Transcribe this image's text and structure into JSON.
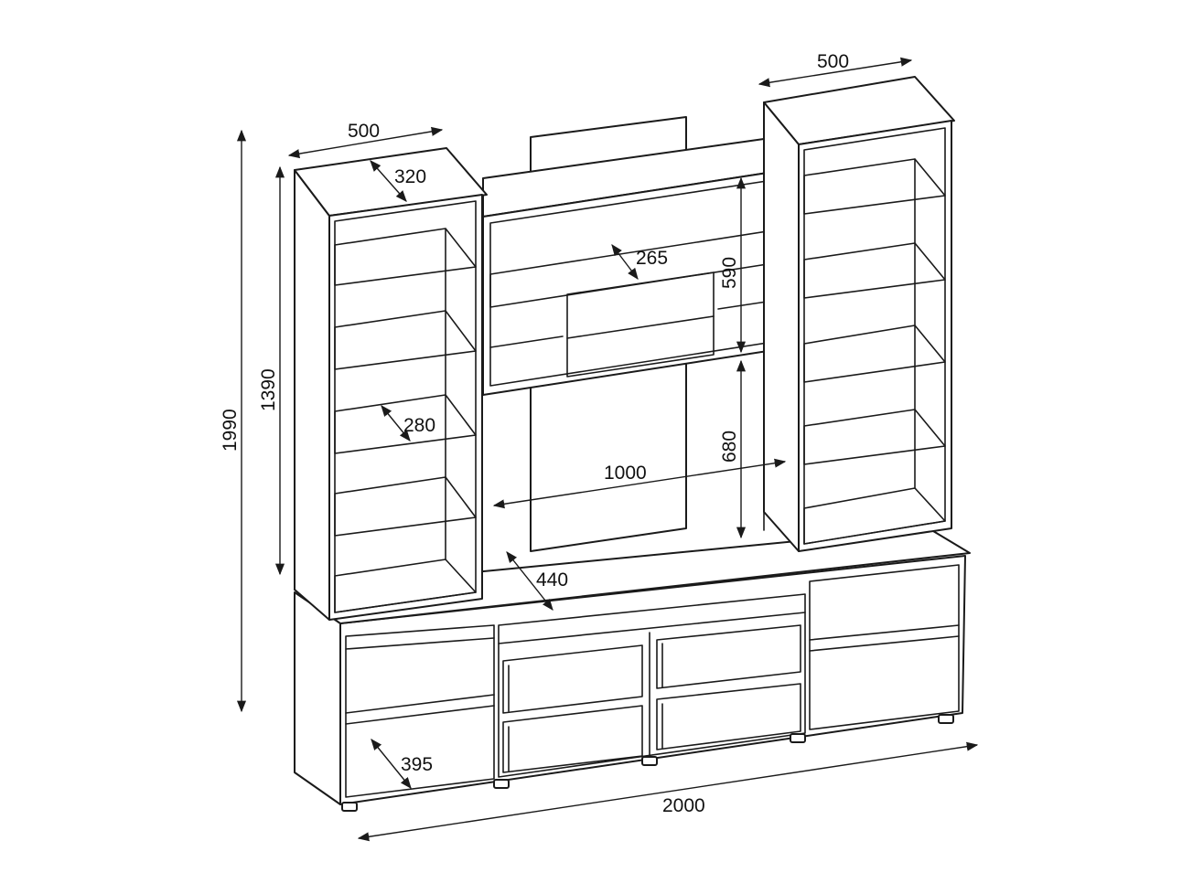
{
  "dimensions": {
    "top_right_width": "500",
    "top_left_width": "500",
    "left_depth": "320",
    "total_height": "1990",
    "left_tower_height": "1390",
    "mid_shelf_depth": "265",
    "upper_section_height": "590",
    "tower_shelf_depth": "280",
    "tv_niche_height": "680",
    "tv_niche_width": "1000",
    "base_top_depth": "440",
    "base_depth": "395",
    "total_width": "2000"
  }
}
